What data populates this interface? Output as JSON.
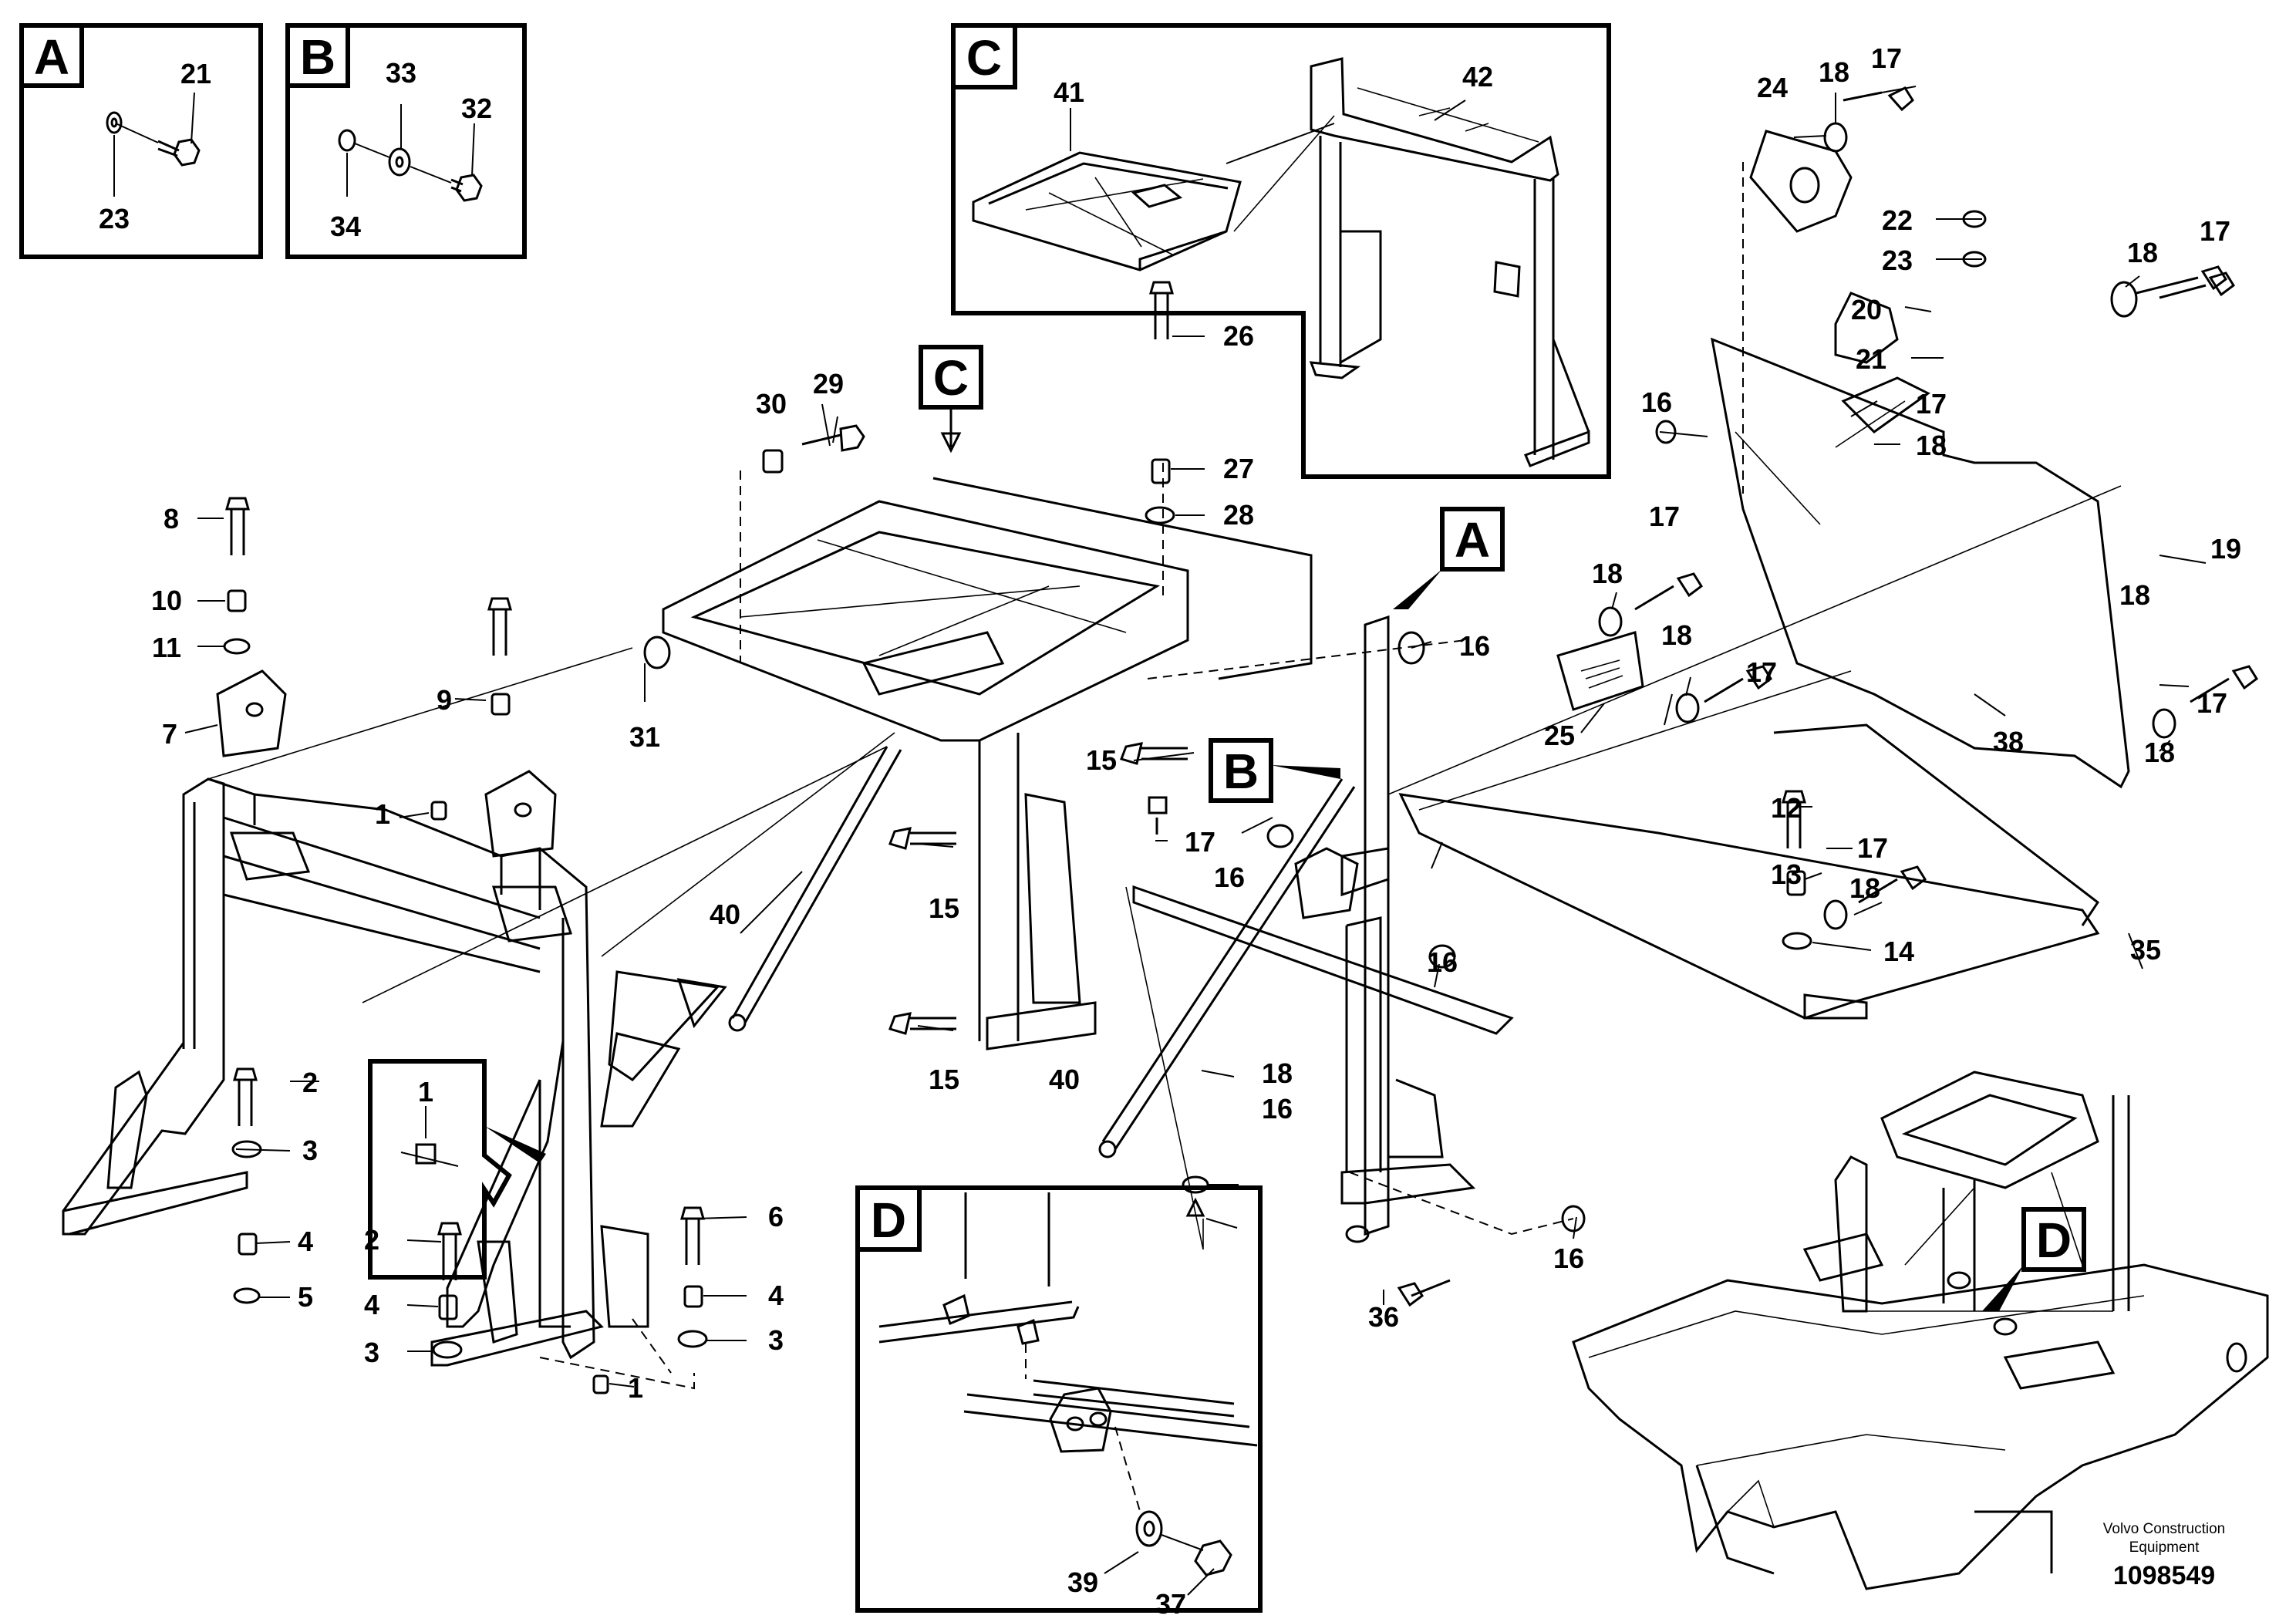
{
  "detail_views": {
    "a": {
      "letter": "A",
      "callouts": [
        "21",
        "23"
      ]
    },
    "b": {
      "letter": "B",
      "callouts": [
        "33",
        "32",
        "34"
      ]
    },
    "c": {
      "letter": "C",
      "callouts": [
        "41",
        "42"
      ]
    },
    "d": {
      "letter": "D",
      "callouts": [
        "39",
        "37"
      ]
    }
  },
  "view_markers": [
    "C",
    "A",
    "B",
    "D"
  ],
  "main_callouts": {
    "left_frame": [
      "8",
      "10",
      "11",
      "7",
      "9",
      "1",
      "31",
      "40",
      "2",
      "3",
      "4",
      "5",
      "2",
      "4",
      "3",
      "6",
      "4",
      "3",
      "1",
      "1"
    ],
    "center_frame": [
      "30",
      "29",
      "26",
      "27",
      "28",
      "15",
      "15",
      "15",
      "17",
      "16",
      "16",
      "40",
      "18",
      "16"
    ],
    "right_assembly": [
      "24",
      "18",
      "17",
      "22",
      "23",
      "18",
      "17",
      "20",
      "21",
      "16",
      "17",
      "18",
      "19",
      "18",
      "17",
      "18",
      "18",
      "17",
      "25",
      "18",
      "17",
      "38",
      "12",
      "17",
      "13",
      "18",
      "14",
      "35",
      "16",
      "16",
      "36"
    ]
  },
  "footer": {
    "brand_line1": "Volvo Construction",
    "brand_line2": "Equipment",
    "doc_number": "1098549"
  }
}
